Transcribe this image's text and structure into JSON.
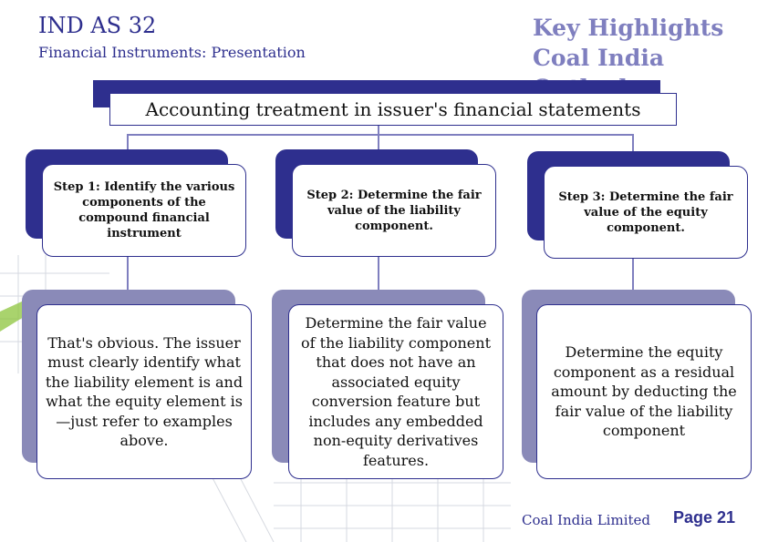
{
  "header": {
    "title": "IND AS 32",
    "subtitle": "Financial Instruments: Presentation",
    "key_highlights": "Key Highlights",
    "outlook": "Coal India Outlook"
  },
  "banner": {
    "text": "Accounting treatment in issuer's financial statements"
  },
  "steps": [
    {
      "step": "Step 1: Identify the various components of the compound financial instrument",
      "description": "That's obvious. The issuer must clearly identify what the liability element is and what the equity element is—just refer to examples above."
    },
    {
      "step": "Step 2: Determine the fair value of the liability component.",
      "description": "Determine the fair value of the liability component that does not have an associated equity conversion feature but includes any embedded non-equity derivatives features."
    },
    {
      "step": "Step 3: Determine the fair value of the equity component.",
      "description": "Determine the equity component as a residual amount by deducting the fair value of the liability component"
    }
  ],
  "footer": {
    "company": "Coal India Limited",
    "page": "Page 21"
  },
  "colors": {
    "primary": "#2e2f8e",
    "accent": "#7f7fbf",
    "desc_shadow": "#8a8ab8",
    "pencil": "#8cc43c"
  }
}
